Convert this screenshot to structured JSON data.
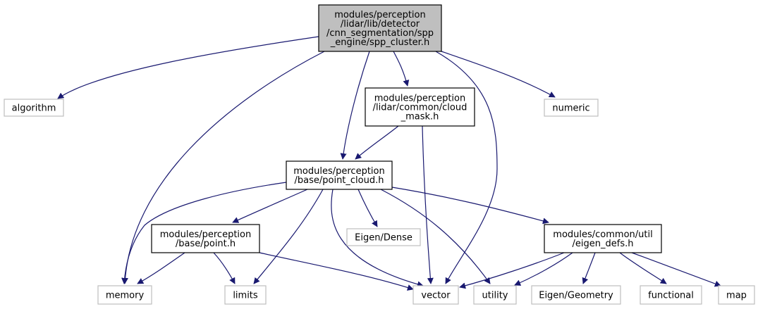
{
  "graph": {
    "nodes": [
      {
        "id": "spp_cluster",
        "lines": [
          "modules/perception",
          "/lidar/lib/detector",
          "/cnn_segmentation/spp",
          "_engine/spp_cluster.h"
        ],
        "style": "root"
      },
      {
        "id": "algorithm",
        "lines": [
          "algorithm"
        ],
        "style": "external"
      },
      {
        "id": "cloud_mask",
        "lines": [
          "modules/perception",
          "/lidar/common/cloud",
          "_mask.h"
        ],
        "style": "internal"
      },
      {
        "id": "numeric",
        "lines": [
          "numeric"
        ],
        "style": "external"
      },
      {
        "id": "point_cloud",
        "lines": [
          "modules/perception",
          "/base/point_cloud.h"
        ],
        "style": "internal"
      },
      {
        "id": "point",
        "lines": [
          "modules/perception",
          "/base/point.h"
        ],
        "style": "internal"
      },
      {
        "id": "eigen_dense",
        "lines": [
          "Eigen/Dense"
        ],
        "style": "external"
      },
      {
        "id": "eigen_defs",
        "lines": [
          "modules/common/util",
          "/eigen_defs.h"
        ],
        "style": "internal"
      },
      {
        "id": "memory",
        "lines": [
          "memory"
        ],
        "style": "external"
      },
      {
        "id": "limits",
        "lines": [
          "limits"
        ],
        "style": "external"
      },
      {
        "id": "vector",
        "lines": [
          "vector"
        ],
        "style": "external"
      },
      {
        "id": "utility",
        "lines": [
          "utility"
        ],
        "style": "external"
      },
      {
        "id": "eigen_geometry",
        "lines": [
          "Eigen/Geometry"
        ],
        "style": "external"
      },
      {
        "id": "functional",
        "lines": [
          "functional"
        ],
        "style": "external"
      },
      {
        "id": "map",
        "lines": [
          "map"
        ],
        "style": "external"
      }
    ],
    "edges": [
      {
        "from": "spp_cluster",
        "to": "algorithm"
      },
      {
        "from": "spp_cluster",
        "to": "memory"
      },
      {
        "from": "spp_cluster",
        "to": "point_cloud"
      },
      {
        "from": "spp_cluster",
        "to": "cloud_mask"
      },
      {
        "from": "spp_cluster",
        "to": "vector"
      },
      {
        "from": "spp_cluster",
        "to": "numeric"
      },
      {
        "from": "cloud_mask",
        "to": "point_cloud"
      },
      {
        "from": "cloud_mask",
        "to": "vector"
      },
      {
        "from": "point_cloud",
        "to": "memory"
      },
      {
        "from": "point_cloud",
        "to": "point"
      },
      {
        "from": "point_cloud",
        "to": "limits"
      },
      {
        "from": "point_cloud",
        "to": "vector"
      },
      {
        "from": "point_cloud",
        "to": "eigen_dense"
      },
      {
        "from": "point_cloud",
        "to": "utility"
      },
      {
        "from": "point_cloud",
        "to": "eigen_defs"
      },
      {
        "from": "point",
        "to": "memory"
      },
      {
        "from": "point",
        "to": "limits"
      },
      {
        "from": "point",
        "to": "vector"
      },
      {
        "from": "eigen_defs",
        "to": "vector"
      },
      {
        "from": "eigen_defs",
        "to": "utility"
      },
      {
        "from": "eigen_defs",
        "to": "eigen_geometry"
      },
      {
        "from": "eigen_defs",
        "to": "functional"
      },
      {
        "from": "eigen_defs",
        "to": "map"
      }
    ],
    "colors": {
      "edge": "#191970",
      "root_fill": "#bfbfbf",
      "internal_border": "#000000",
      "external_border": "#bfbfbf",
      "text": "#000000"
    }
  }
}
